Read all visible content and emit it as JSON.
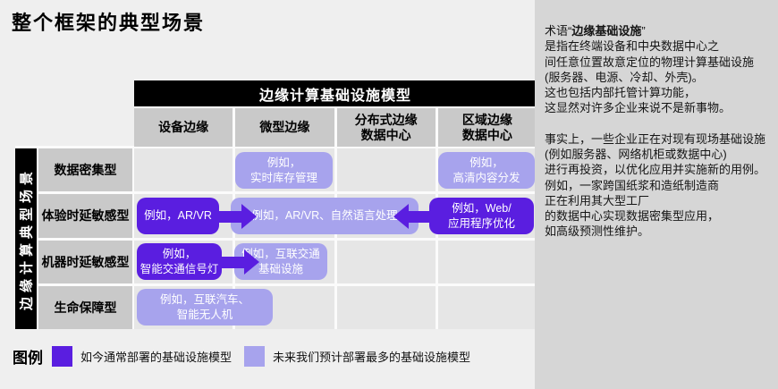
{
  "page": {
    "title": "整个框架的典型场景"
  },
  "colors": {
    "current_model": "#5a1ee0",
    "future_model": "#a7a3ed",
    "table_header_bg": "#000000",
    "table_header_text": "#ffffff",
    "header_cell_bg": "#c9c9c9",
    "panel_bg": "#d6d6d6"
  },
  "matrix": {
    "title": "边缘计算基础设施模型",
    "column_headers": [
      "设备边缘",
      "微型边缘",
      "分布式边缘\n数据中心",
      "区域边缘\n数据中心"
    ],
    "side_label": "边缘计算典型场景",
    "row_headers": [
      "数据密集型",
      "体验时延敏感型",
      "机器时延敏感型",
      "生命保障型"
    ],
    "boxes": [
      {
        "text": "例如，\n实时库存管理",
        "row": "数据密集型",
        "column": "微型边缘",
        "type": "future"
      },
      {
        "text": "例如，\n高清内容分发",
        "row": "数据密集型",
        "column": "区域边缘数据中心",
        "type": "future"
      },
      {
        "text": "例如，AR/VR",
        "row": "体验时延敏感型",
        "column": "设备边缘",
        "type": "current"
      },
      {
        "text": "例如，AR/VR、自然语言处理",
        "row": "体验时延敏感型",
        "column": "微型边缘 + 分布式边缘数据中心",
        "type": "future"
      },
      {
        "text": "例如，Web/\n应用程序优化",
        "row": "体验时延敏感型",
        "column": "区域边缘数据中心",
        "type": "current"
      },
      {
        "text": "例如，\n智能交通信号灯",
        "row": "机器时延敏感型",
        "column": "设备边缘",
        "type": "current"
      },
      {
        "text": "例如，互联交通\n基础设施",
        "row": "机器时延敏感型",
        "column": "微型边缘",
        "type": "future"
      },
      {
        "text": "例如，互联汽车、\n智能无人机",
        "row": "生命保障型",
        "column": "设备边缘",
        "type": "future"
      }
    ]
  },
  "legend": {
    "title": "图例",
    "items": [
      {
        "label": "如今通常部署的基础设施模型",
        "color": "#5a1ee0"
      },
      {
        "label": "未来我们预计部署最多的基础设施模型",
        "color": "#a7a3ed"
      }
    ]
  },
  "side_panel": {
    "term_prefix": "术语“",
    "term_bold": "边缘基础设施",
    "term_suffix": "”",
    "para1_rest": "是指在终端设备和中央数据中心之\n间任意位置故意定位的物理计算基础设施\n(服务器、电源、冷却、外壳)。\n这也包括内部托管计算功能，\n这显然对许多企业来说不是新事物。",
    "para2": "事实上，一些企业正在对现有现场基础设施\n(例如服务器、网络机柜或数据中心)\n进行再投资，以优化应用并实施新的用例。\n例如，一家跨国纸浆和造纸制造商\n正在利用其大型工厂\n的数据中心实现数据密集型应用，\n如高级预测性维护。"
  }
}
